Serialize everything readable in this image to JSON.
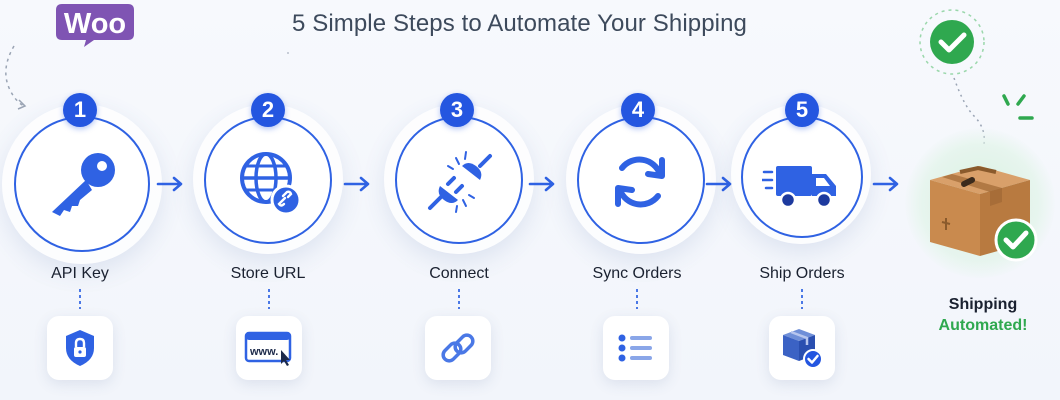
{
  "brand": {
    "logo_text": "Woo",
    "color": "#7f54b3"
  },
  "header": {
    "subtitle": "5 Simple Steps to Automate Your Shipping"
  },
  "colors": {
    "primary": "#2456e0",
    "success": "#2fa84f",
    "box": "#c98a4e"
  },
  "steps": [
    {
      "number": "1",
      "label": "API Key",
      "icon": "key-icon",
      "sub_icon": "shield-lock-icon"
    },
    {
      "number": "2",
      "label": "Store URL",
      "icon": "globe-link-icon",
      "sub_icon": "browser-www-icon",
      "sub_text": "www."
    },
    {
      "number": "3",
      "label": "Connect",
      "icon": "plug-connect-icon",
      "sub_icon": "chain-link-icon"
    },
    {
      "number": "4",
      "label": "Sync Orders",
      "icon": "sync-arrows-icon",
      "sub_icon": "list-icon"
    },
    {
      "number": "5",
      "label": "Ship Orders",
      "icon": "delivery-truck-icon",
      "sub_icon": "package-check-icon"
    }
  ],
  "final": {
    "line1": "Shipping",
    "line2": "Automated!",
    "icon": "cardboard-box-icon"
  }
}
